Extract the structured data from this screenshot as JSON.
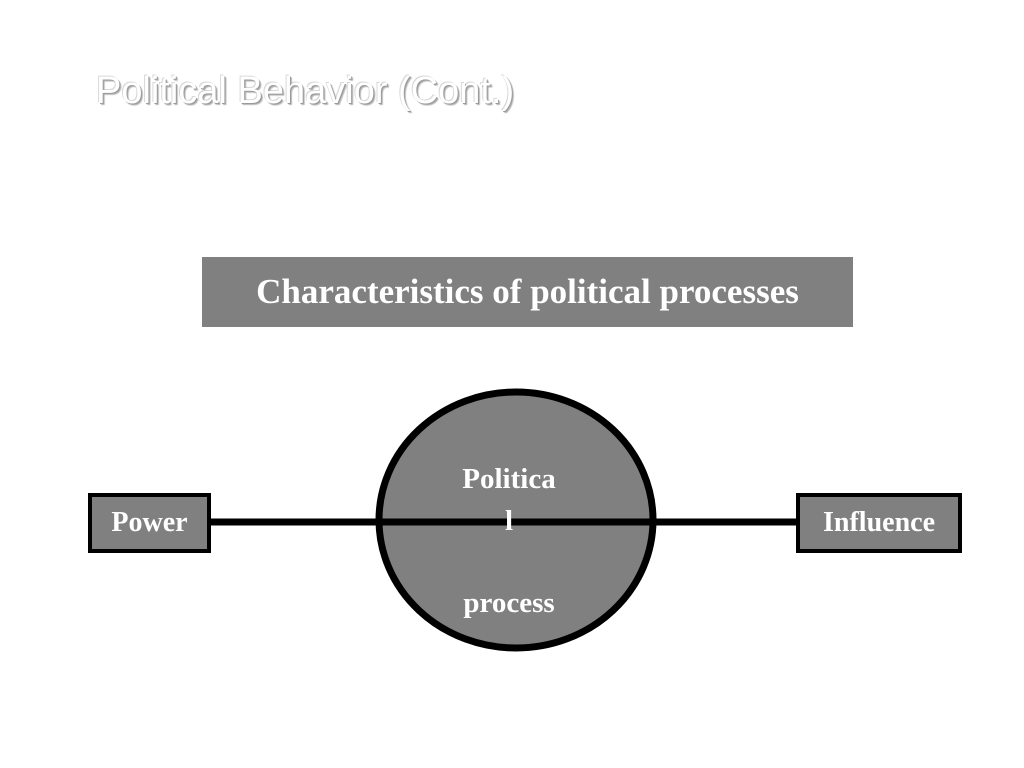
{
  "slide": {
    "title": "Political Behavior (Cont.)",
    "heading": "Characteristics of political processes"
  },
  "diagram": {
    "left_node": "Power",
    "right_node": "Influence",
    "center_line_1": "Politica",
    "center_line_2": "l",
    "center_line_3": "process"
  },
  "colors": {
    "fill_gray": "#808080",
    "stroke": "#000000",
    "text": "#ffffff"
  }
}
